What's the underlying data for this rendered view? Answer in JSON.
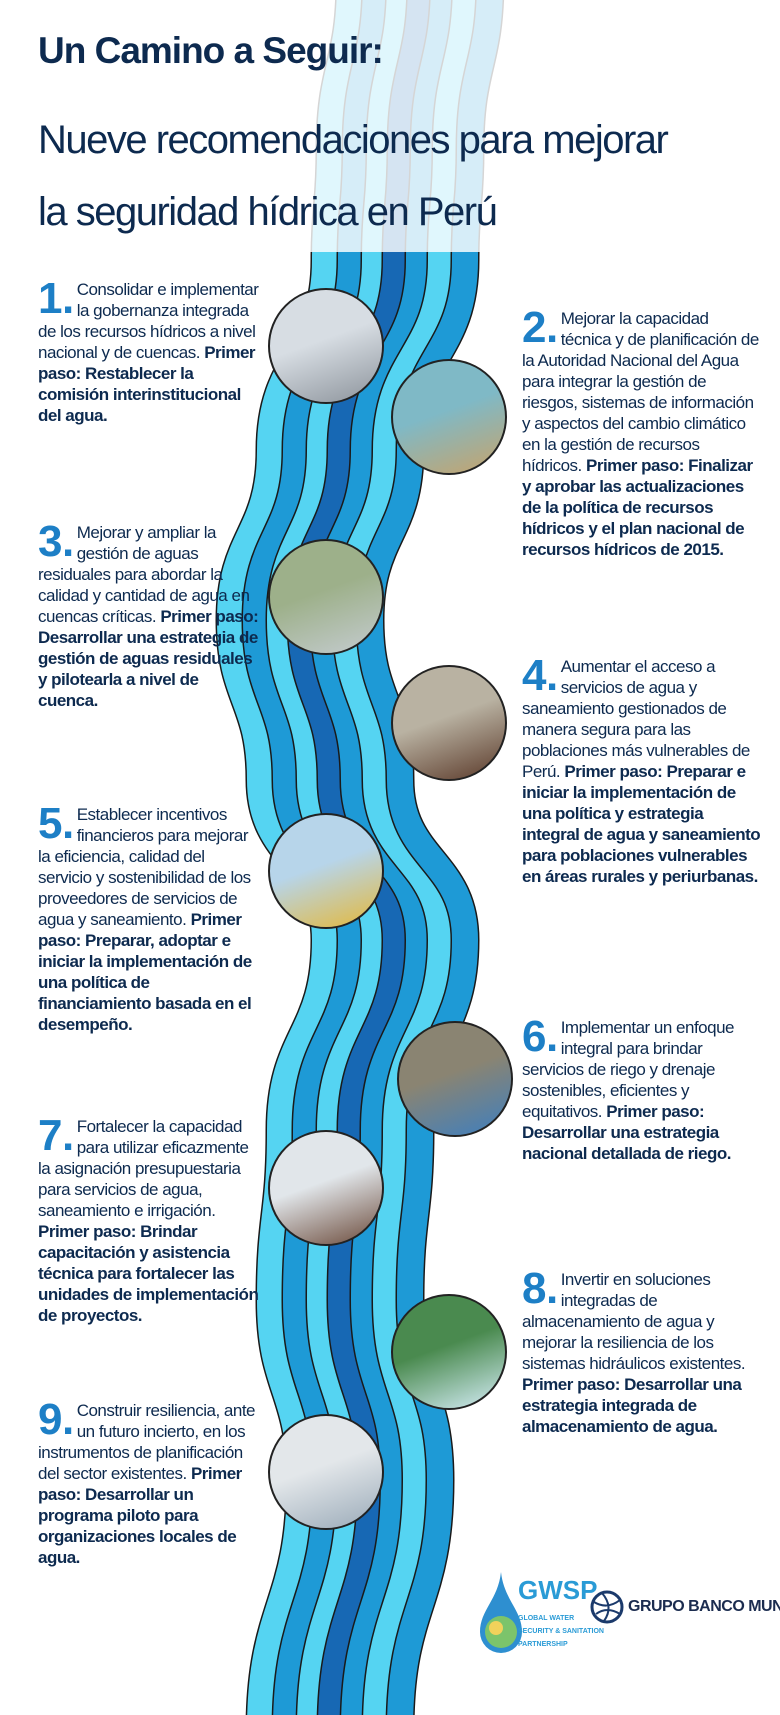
{
  "header": {
    "title": "Un Camino a Seguir:",
    "subtitle_line1": "Nueve recomendaciones para mejorar",
    "subtitle_line2": "la seguridad hídrica en Perú"
  },
  "colors": {
    "river_light": "#55d4f2",
    "river_mid": "#1e9ad6",
    "river_dark": "#1768b4",
    "number": "#1d7fc6",
    "text": "#0d2a4f"
  },
  "items": [
    {
      "num": "1.",
      "text": "Consolidar e implementar la gobernanza integrada de los recursos hídricos a nivel nacional y de cuencas.",
      "bold": "Primer paso: Restablecer la comisión interinstitucional del agua.",
      "image": "government-building"
    },
    {
      "num": "2.",
      "text": "Mejorar la capacidad técnica y de planificación de la Autoridad Nacional del Agua para integrar la gestión de riesgos, sistemas de información y aspectos del cambio climático en la gestión de recursos hídricos.",
      "bold": "Primer paso: Finalizar y aprobar las actualizaciones de la política de recursos hídricos y el plan nacional de recursos hídricos de 2015.",
      "image": "puzzle-map"
    },
    {
      "num": "3.",
      "text": "Mejorar y ampliar la gestión de aguas residuales para abordar la calidad y cantidad de agua en cuencas críticas.",
      "bold": "Primer paso: Desarrollar una estrategia de gestión de aguas residuales y pilotearla a nivel de cuenca.",
      "image": "wastewater-plant"
    },
    {
      "num": "4.",
      "text": "Aumentar el acceso a servicios de agua y saneamiento gestionados de manera segura para las poblaciones más vulnerables de Perú.",
      "bold": "Primer paso: Preparar e iniciar la implementación de una política y estrategia integral de agua y saneamiento para poblaciones vulnerables en áreas rurales y periurbanas.",
      "image": "child-drinking-tap"
    },
    {
      "num": "5.",
      "text": "Establecer incentivos financieros para mejorar la eficiencia, calidad del servicio y sostenibilidad de los proveedores de servicios de agua y saneamiento.",
      "bold": "Primer paso: Preparar, adoptar e iniciar la implementación de una política de financiamiento basada en el desempeño.",
      "image": "umbrella-coins"
    },
    {
      "num": "6.",
      "text": "Implementar un enfoque integral para brindar servicios de riego y drenaje sostenibles, eficientes y equitativos.",
      "bold": "Primer paso: Desarrollar una estrategia nacional detallada de riego.",
      "image": "irrigation-pipe"
    },
    {
      "num": "7.",
      "text": "Fortalecer la capacidad para utilizar eficazmente la asignación presupuestaria para servicios de agua, saneamiento e irrigación.",
      "bold": "Primer paso: Brindar capacitación y asistencia técnica para fortalecer las unidades de implementación de proyectos.",
      "image": "online-training"
    },
    {
      "num": "8.",
      "text": "Invertir en soluciones integradas de almacenamiento de agua y mejorar la resiliencia de los sistemas hidráulicos existentes.",
      "bold": "Primer paso: Desarrollar una estrategia integrada de almacenamiento de agua.",
      "image": "waterfall"
    },
    {
      "num": "9.",
      "text": "Construir resiliencia, ante un futuro incierto, en los instrumentos de planificación del sector existentes.",
      "bold": "Primer paso: Desarrollar un programa piloto para organizaciones locales de agua.",
      "image": "clipboard-calendar"
    }
  ],
  "logos": {
    "gwsp": "GWSP",
    "gwsp_line1": "GLOBAL WATER",
    "gwsp_line2": "SECURITY & SANITATION",
    "gwsp_line3": "PARTNERSHIP",
    "world_bank": "GRUPO BANCO MUNDIAL"
  }
}
